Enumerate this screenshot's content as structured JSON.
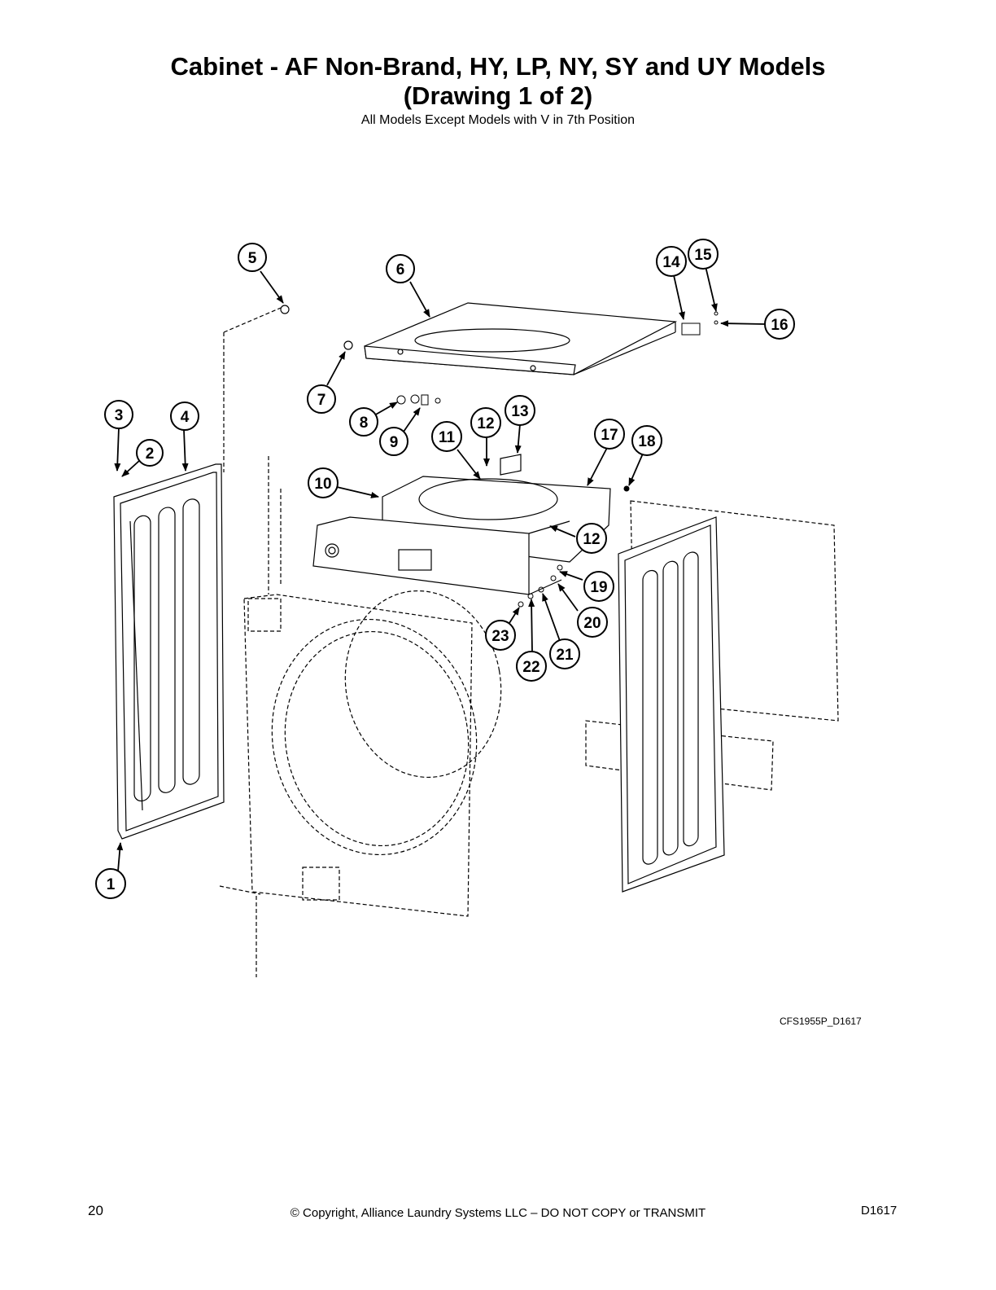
{
  "header": {
    "title_line1": "Cabinet - AF Non-Brand, HY, LP, NY, SY and UY Models",
    "title_line2": "(Drawing 1 of 2)",
    "subtitle": "All Models Except Models with V in 7th Position"
  },
  "callouts": [
    "1",
    "2",
    "3",
    "4",
    "5",
    "6",
    "7",
    "8",
    "9",
    "10",
    "11",
    "12",
    "13",
    "14",
    "15",
    "16",
    "17",
    "18",
    "12",
    "19",
    "20",
    "21",
    "22",
    "23"
  ],
  "figure_code": "CFS1955P_D1617",
  "footer": {
    "page_number": "20",
    "copyright": "© Copyright, Alliance Laundry Systems LLC – DO NOT COPY or TRANSMIT",
    "doc_code": "D1617"
  }
}
